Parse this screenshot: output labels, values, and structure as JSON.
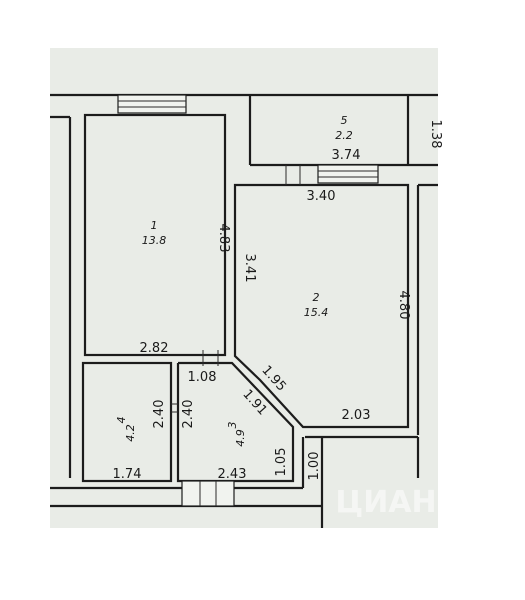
{
  "rooms": {
    "room_1": {
      "number": "1",
      "area": "13.8"
    },
    "room_2": {
      "number": "2",
      "area": "15.4"
    },
    "room_3": {
      "number": "3",
      "area": "4.9"
    },
    "room_4": {
      "number": "4",
      "area": "4.2"
    },
    "room_5": {
      "number": "5",
      "area": "2.2"
    }
  },
  "dimensions": {
    "d_1_38": "1.38",
    "d_3_74": "3.74",
    "d_3_40": "3.40",
    "d_4_83": "4.83",
    "d_3_41": "3.41",
    "d_4_80": "4.80",
    "d_2_82": "2.82",
    "d_1_08": "1.08",
    "d_1_95": "1.95",
    "d_1_91": "1.91",
    "d_2_03": "2.03",
    "d_2_40_a": "2.40",
    "d_2_40_b": "2.40",
    "d_1_05": "1.05",
    "d_1_00": "1.00",
    "d_1_74": "1.74",
    "d_2_43": "2.43"
  },
  "watermark": "ЦИАН",
  "colors": {
    "paper": "#e9ece7",
    "wall": "#1c1c1c"
  }
}
